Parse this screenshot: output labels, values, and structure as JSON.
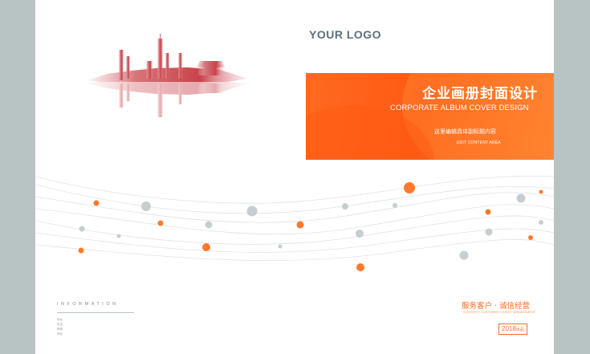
{
  "logo_text": "YOUR LOGO",
  "banner": {
    "title": "企业画册封面设计",
    "subtitle_en": "CORPORATE ALBUM COVER DESIGN",
    "edit_cn": "这里编辑具体副标题内容",
    "edit_en": "EDIT CONTENT AREA"
  },
  "information": {
    "label": "INFORMATION",
    "items": [
      "地址",
      "电话",
      "邮箱",
      "网址"
    ]
  },
  "slogan": {
    "cn": "服务客户 · 诚信经营",
    "en": "INTEGRITY CUSTOMER CREDIT MANAGEMENT"
  },
  "year": {
    "number": "2018",
    "suffix": "出品"
  },
  "colors": {
    "accent": "#ff6a20",
    "frame": "#b8c3c4",
    "logo": "#5c6f7b",
    "city": "#c9424a"
  },
  "decorations": [
    "city-skyline-reflection",
    "network-wave-dots"
  ]
}
